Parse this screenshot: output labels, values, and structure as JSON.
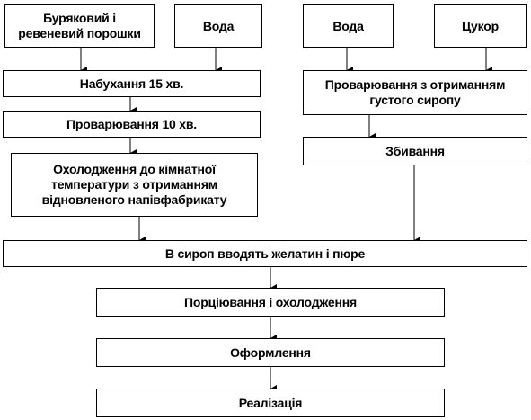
{
  "nodes": {
    "beet_powder": "Буряковий і\nревеневий порошки",
    "water_left": "Вода",
    "water_right": "Вода",
    "sugar": "Цукор",
    "swelling": "Набухання 15 хв.",
    "boiling_syrup": "Проварювання з отриманням\nгустого сиропу",
    "boiling_10": "Проварювання 10 хв.",
    "whipping": "Збивання",
    "cooling": "Охолодження до кімнатної\nтемператури з отриманням\nвідновленого напівфабрикату",
    "gelatin": "В сироп вводять желатин і пюре",
    "portioning": "Порціювання і охолодження",
    "decoration": "Оформлення",
    "sale": "Реалізація"
  }
}
